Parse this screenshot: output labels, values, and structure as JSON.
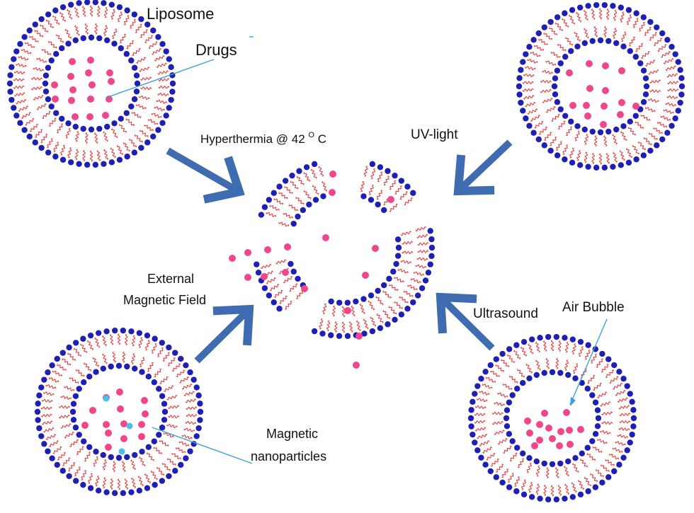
{
  "labels": {
    "liposome": "Liposome",
    "drugs": "Drugs",
    "hyperthermia_prefix": "Hyperthermia @ 42",
    "hyperthermia_degree": "O",
    "hyperthermia_unit": "C",
    "uv_light": "UV-light",
    "external_line1": "External",
    "external_line2": "Magnetic Field",
    "ultrasound": "Ultrasound",
    "air_bubble": "Air Bubble",
    "magnetic_line1": "Magnetic",
    "magnetic_line2": "nanoparticles"
  },
  "colors": {
    "head": "#1f1fb4",
    "tail": "#e53b3b",
    "drug": "#f0468c",
    "nanoparticle": "#48c0e8",
    "arrow": "#3f6bb0",
    "pointer": "#3a9fd8"
  },
  "icons": {
    "arrows": "thick-block-arrow-icon",
    "liposome": "bilayer-vesicle-icon"
  }
}
